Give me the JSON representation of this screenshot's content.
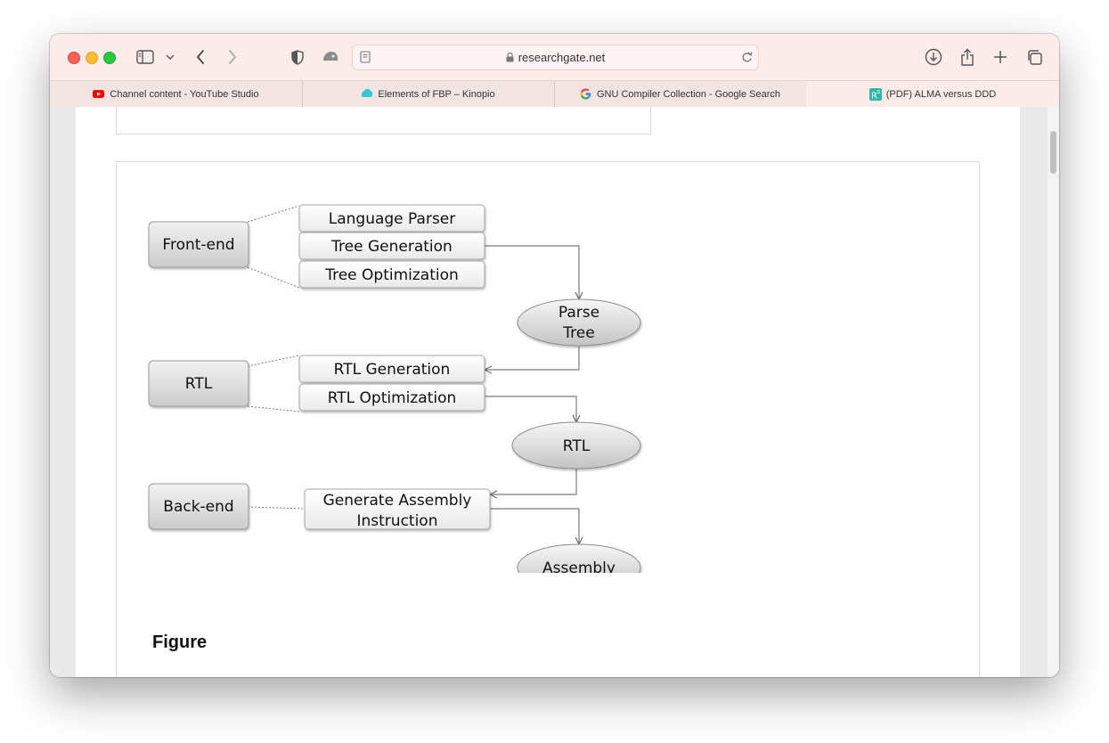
{
  "browser": {
    "url": "researchgate.net",
    "tabs": [
      {
        "label": "Channel content - YouTube Studio",
        "icon": "youtube-icon"
      },
      {
        "label": "Elements of FBP – Kinopio",
        "icon": "kinopio-icon"
      },
      {
        "label": "GNU Compiler Collection - Google Search",
        "icon": "google-icon"
      },
      {
        "label": "(PDF) ALMA versus DDD",
        "icon": "researchgate-icon"
      }
    ],
    "active_tab_index": 3
  },
  "diagram": {
    "stages": {
      "front_end": "Front-end",
      "rtl": "RTL",
      "back_end": "Back-end"
    },
    "steps": {
      "language_parser": "Language Parser",
      "tree_generation": "Tree Generation",
      "tree_optimization": "Tree Optimization",
      "rtl_generation": "RTL Generation",
      "rtl_optimization": "RTL Optimization",
      "generate_assembly_1": "Generate Assembly",
      "generate_assembly_2": "Instruction"
    },
    "outputs": {
      "parse_tree_1": "Parse",
      "parse_tree_2": "Tree",
      "rtl": "RTL",
      "assembly": "Assembly"
    }
  },
  "figure": {
    "label": "Figure"
  }
}
